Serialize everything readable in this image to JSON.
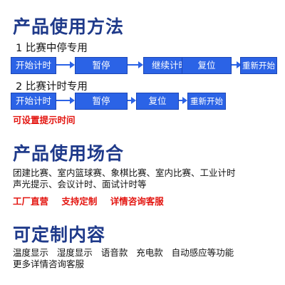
{
  "section1": {
    "title": "产品使用方法",
    "mode1_label": "1 比赛中停专用",
    "mode1_steps": [
      "开始计时",
      "暂停",
      "继续计时",
      "复位",
      "重新开始"
    ],
    "mode2_label": "2 比赛计时专用",
    "mode2_steps": [
      "开始计时",
      "暂停",
      "复位",
      "重新开始"
    ],
    "note": "可设置提示时间"
  },
  "section2": {
    "title": "产品使用场合",
    "line1": "团建比赛、室内篮球赛、象棋比赛、室内比赛、工业计时",
    "line2": "声光提示、会议计时、面试计时等",
    "highlights": [
      "工厂直营",
      "支持定制",
      "详情咨询客服"
    ]
  },
  "section3": {
    "title": "可定制内容",
    "line1": "温度显示   湿度显示   语音款   充电款   自动感应等功能",
    "line2": "更多详情咨询客服"
  },
  "colors": {
    "title_blue": "#1f3a8a",
    "step_blue": "#2b63e6",
    "accent_red": "#e3140f"
  }
}
